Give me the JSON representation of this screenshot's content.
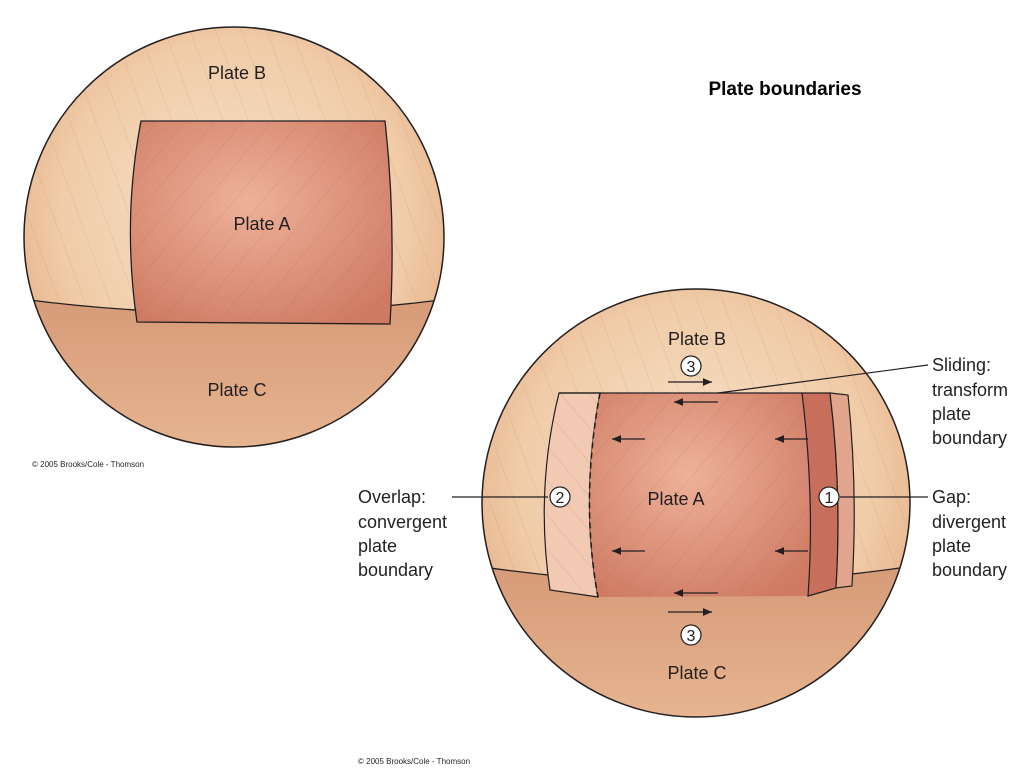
{
  "title": "Plate boundaries",
  "diagram1": {
    "plate_b": "Plate B",
    "plate_a": "Plate A",
    "plate_c": "Plate C",
    "copyright": "© 2005 Brooks/Cole - Thomson"
  },
  "diagram2": {
    "plate_b": "Plate B",
    "plate_a": "Plate A",
    "plate_c": "Plate C",
    "marker_1": "1",
    "marker_2": "2",
    "marker_3": "3",
    "sliding": [
      "Sliding:",
      "transform",
      "plate",
      "boundary"
    ],
    "gap": [
      "Gap:",
      "divergent",
      "plate",
      "boundary"
    ],
    "overlap": [
      "Overlap:",
      "convergent",
      "plate",
      "boundary"
    ],
    "copyright": "© 2005 Brooks/Cole - Thomson"
  },
  "colors": {
    "sphere_light": "#f6dcc1",
    "sphere_mid": "#e8b58f",
    "plate_a_light": "#e9a68e",
    "plate_a_dark": "#cf7a62",
    "plate_c": "#dca07c",
    "gap": "#c86f5c",
    "outline": "#231f20"
  }
}
